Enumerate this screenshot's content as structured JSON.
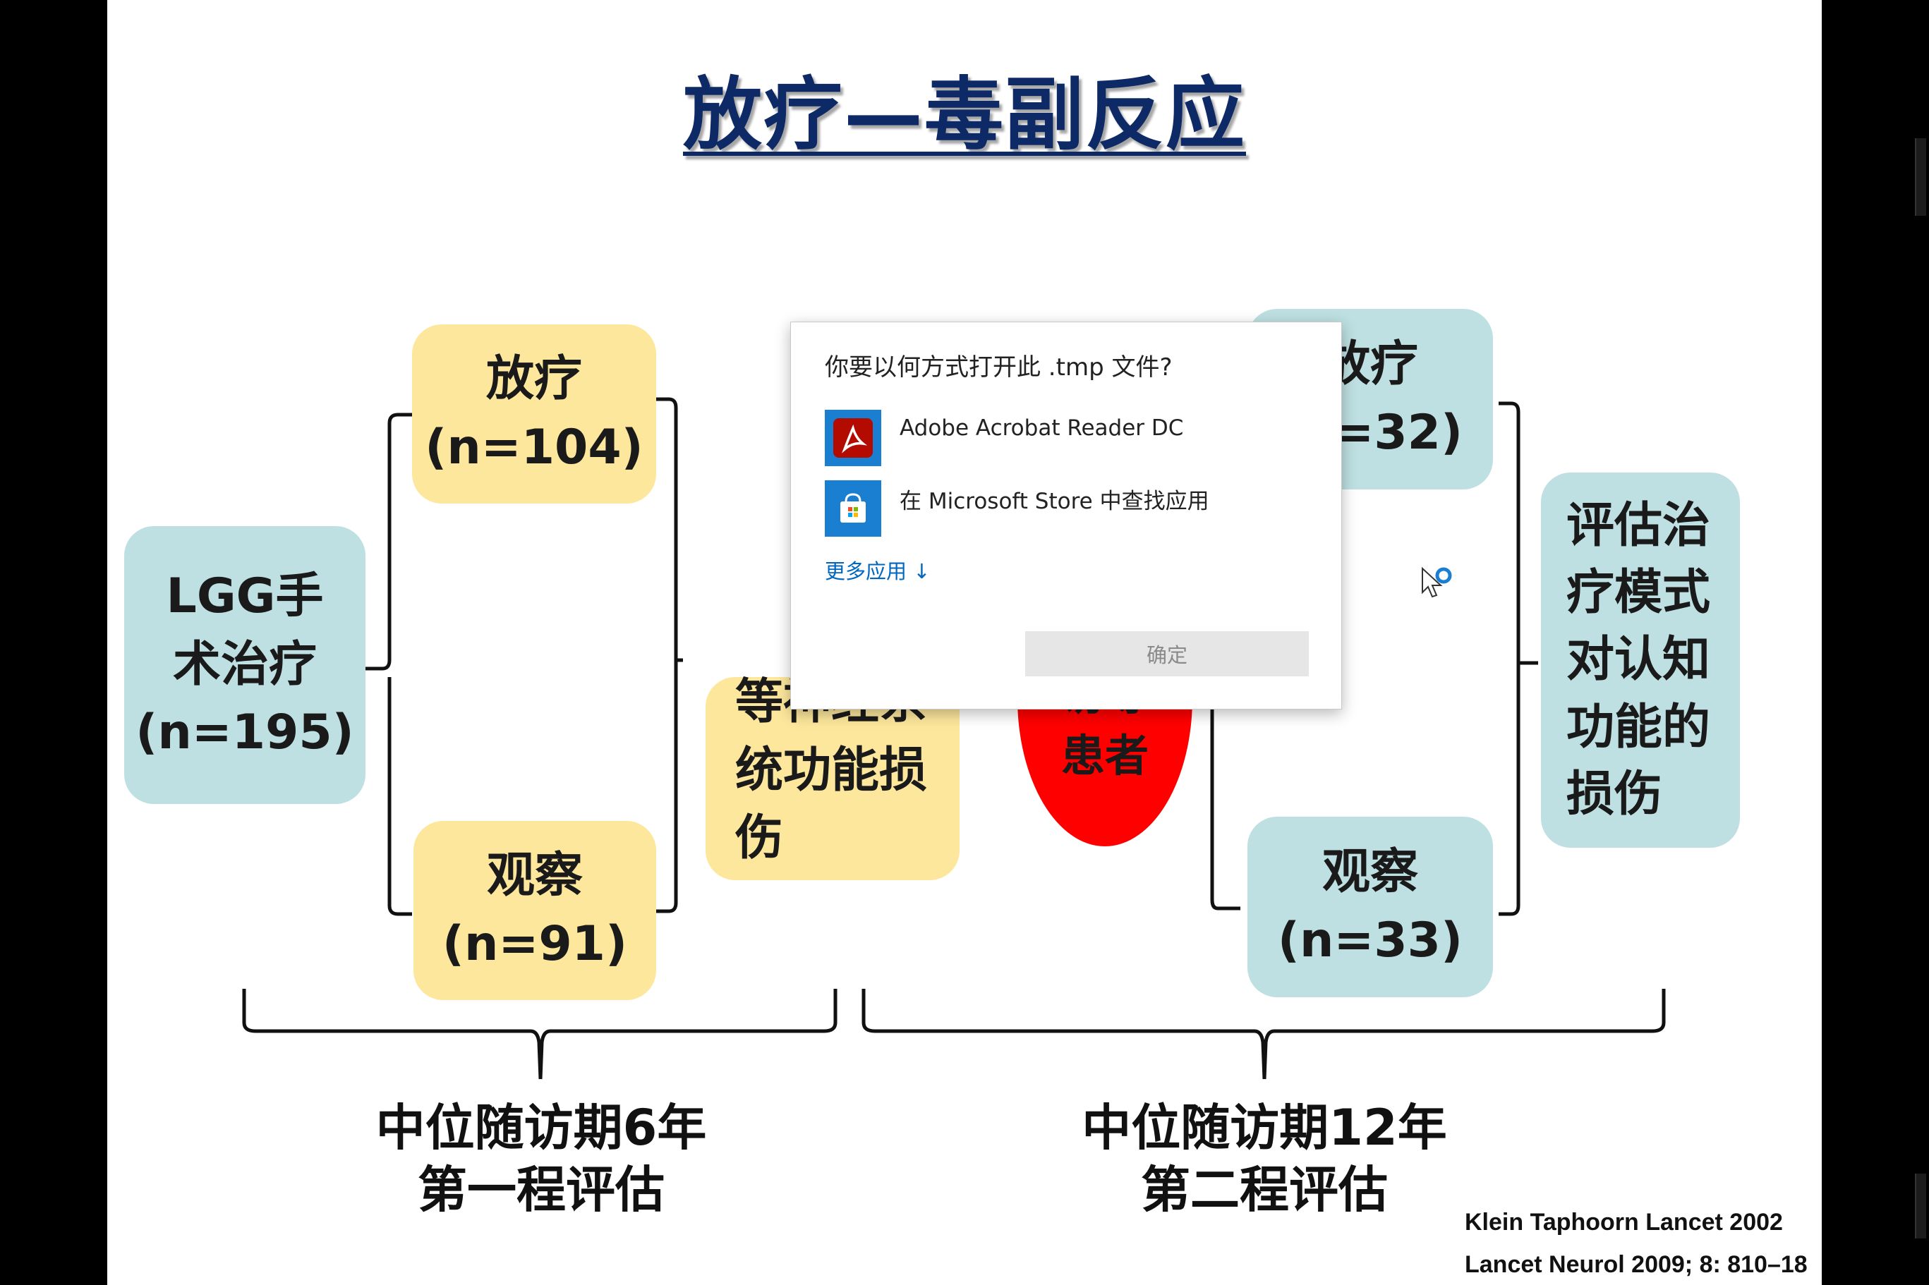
{
  "slide": {
    "title": "放疗—毒副反应",
    "boxes": {
      "lgg": [
        "LGG手",
        "术治疗",
        "(n=195)"
      ],
      "radio_1": [
        "放疗",
        "(n=104)"
      ],
      "observe_1": [
        "观察",
        "(n=91)"
      ],
      "middle_partial": [
        "等神经系",
        "统功能损",
        "伤"
      ],
      "oval_partial": [
        "访等",
        "患者"
      ],
      "radio_2": [
        "放疗",
        "(n=32)"
      ],
      "observe_2": [
        "观察",
        "(n=33)"
      ],
      "assess": [
        "评估治",
        "疗模式",
        "对认知",
        "功能的",
        "损伤"
      ]
    },
    "bottom_left": [
      "中位随访期6年",
      "第一程评估"
    ],
    "bottom_right": [
      "中位随访期12年",
      "第二程评估"
    ],
    "references": [
      "Klein Taphoorn Lancet 2002",
      "Lancet Neurol 2009; 8: 810–18"
    ]
  },
  "dialog": {
    "title": "你要以何方式打开此 .tmp 文件?",
    "apps": [
      {
        "name": "Adobe Acrobat Reader DC",
        "icon": "acrobat-icon"
      },
      {
        "name": "在 Microsoft Store 中查找应用",
        "icon": "store-icon"
      }
    ],
    "more_apps": "更多应用 ↓",
    "ok": "确定"
  },
  "colors": {
    "yellow_box": "#fde79c",
    "teal_box": "#bee0e2",
    "title": "#0d2a66",
    "oval": "#ff0000",
    "link": "#0067c0"
  }
}
